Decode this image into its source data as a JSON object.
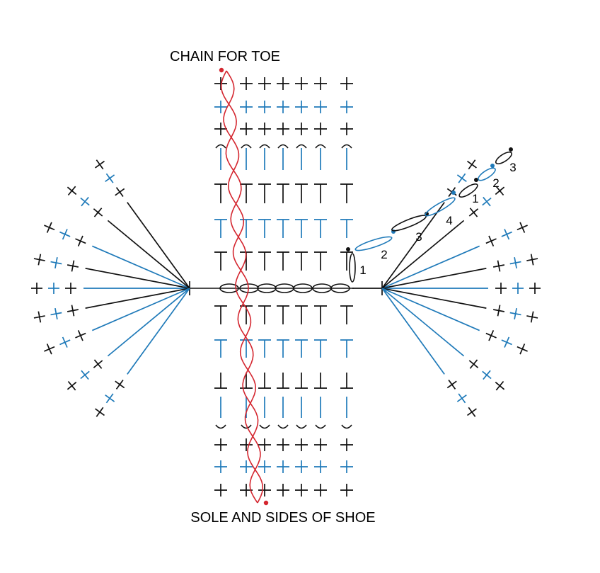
{
  "labels": {
    "top": "CHAIN FOR TOE",
    "bottom": "SOLE AND SIDES OF SHOE"
  },
  "step_numbers": [
    "1",
    "2",
    "3",
    "4",
    "1",
    "2",
    "3"
  ],
  "colors": {
    "black": "#111111",
    "blue": "#1f7ab9",
    "red": "#d4262f"
  }
}
